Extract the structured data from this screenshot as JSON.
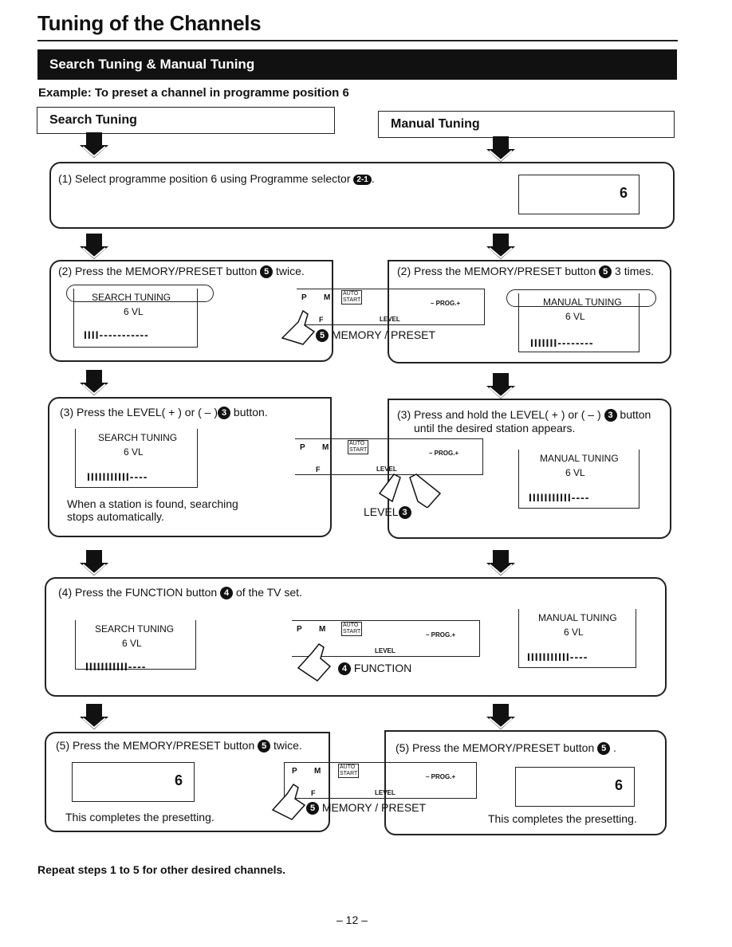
{
  "title": "Tuning of the Channels",
  "banner": "Search Tuning & Manual Tuning",
  "example": "Example: To preset a channel in programme position 6",
  "columns": {
    "search": "Search Tuning",
    "manual": "Manual Tuning"
  },
  "step1": {
    "text": "(1) Select programme position 6 using Programme selector",
    "ref": "2-1",
    "value": "6"
  },
  "step2": {
    "search_text": "(2) Press the MEMORY/PRESET button",
    "search_suffix": "twice.",
    "manual_text": "(2) Press the MEMORY/PRESET button",
    "manual_suffix": "3 times.",
    "search_display": {
      "l1": "SEARCH  TUNING",
      "l2": "6   VL",
      "bars": "IIII-----------"
    },
    "manual_display": {
      "l1": "MANUAL TUNING",
      "l2": "6   VL",
      "bars": "IIIIIII--------"
    },
    "button_label": "MEMORY / PRESET"
  },
  "step3": {
    "search_text": "(3) Press the LEVEL( + ) or ( – )",
    "search_suffix": "button.",
    "manual_text": "(3) Press and hold the LEVEL( + ) or ( – )",
    "manual_suffix": "button",
    "manual_text2": "until the desired station appears.",
    "search_display": {
      "l1": "SEARCH  TUNING",
      "l2": "6   VL",
      "bars": "IIIIIIIIIII----"
    },
    "manual_display": {
      "l1": "MANUAL  TUNING",
      "l2": "6   VL",
      "bars": "IIIIIIIIIII----"
    },
    "note1": "When a station is found, searching",
    "note2": "stops automatically.",
    "button_label": "LEVEL"
  },
  "step4": {
    "text": "(4) Press the FUNCTION button",
    "suffix": "of the TV set.",
    "search_display": {
      "l1": "SEARCH  TUNING",
      "l2": "6   VL",
      "bars": "IIIIIIIIIII----"
    },
    "manual_display": {
      "l1": "MANUAL  TUNING",
      "l2": "6   VL",
      "bars": "IIIIIIIIIII----"
    },
    "button_label": "FUNCTION"
  },
  "step5": {
    "search_text": "(5) Press the MEMORY/PRESET button",
    "search_suffix": "twice.",
    "manual_text": "(5) Press the MEMORY/PRESET button",
    "manual_suffix": ".",
    "value": "6",
    "search_done": "This completes the presetting.",
    "manual_done": "This completes the presetting.",
    "button_label": "MEMORY / PRESET"
  },
  "panel": {
    "p": "P",
    "m": "M",
    "auto": "AUTO",
    "start": "START",
    "level": "LEVEL",
    "prog": "– PROG.+",
    "f": "F"
  },
  "circles": {
    "c3": "3",
    "c4": "4",
    "c5": "5"
  },
  "footer": "Repeat steps 1 to 5 for other desired channels.",
  "page_number": "– 12 –"
}
